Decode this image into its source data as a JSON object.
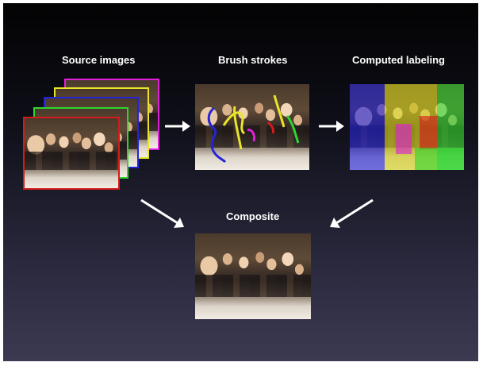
{
  "labels": {
    "source_images": "Source images",
    "brush_strokes": "Brush strokes",
    "computed_labeling": "Computed labeling",
    "composite": "Composite"
  },
  "colors": {
    "stack_frames": [
      "#e21fd9",
      "#e8e52a",
      "#2424d8",
      "#2fd52f",
      "#d51b1b"
    ],
    "labeling_regions": [
      "#2020d8",
      "#d4d21a",
      "#2fd52f",
      "#e020d8",
      "#d51b1b"
    ],
    "background_top": "#030304",
    "background_bottom": "#3b3a52",
    "arrow": "#ffffff"
  }
}
